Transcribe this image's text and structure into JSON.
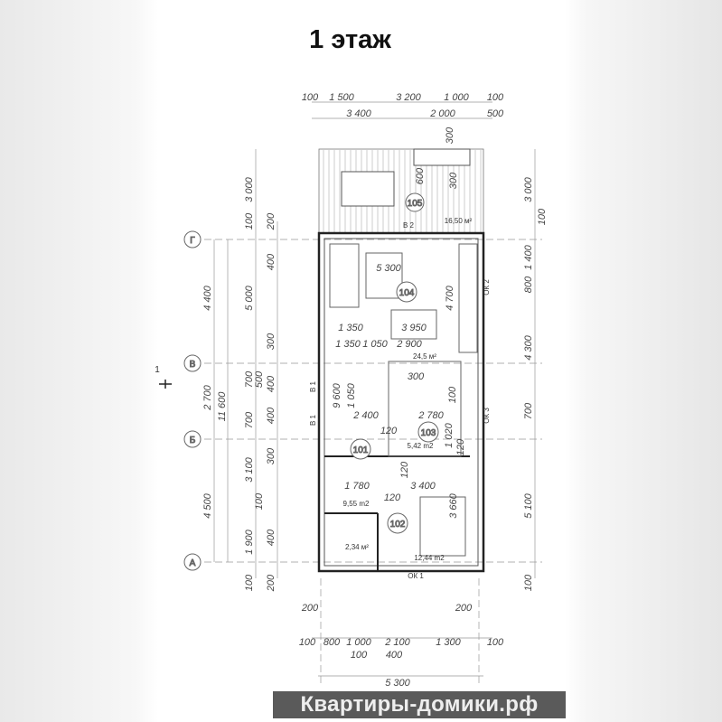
{
  "title": "1 этаж",
  "watermark": "Квартиры-домики.рф",
  "axes": {
    "g": "Г",
    "v": "В",
    "b": "Б",
    "a": "А"
  },
  "section_mark": "1",
  "top_dims": {
    "row1": [
      "100",
      "1 500",
      "3 200",
      "1 000",
      "100"
    ],
    "row2": [
      "3 400",
      "2 000",
      "500"
    ]
  },
  "bottom_dims": {
    "upper": [
      "200",
      "200"
    ],
    "row1": [
      "100",
      "800",
      "1 000",
      "2 100",
      "1 300",
      "100"
    ],
    "row2": [
      "100",
      "400"
    ],
    "total": "5 300"
  },
  "left_dims": {
    "outer": [
      "4 400",
      "2 700",
      "4 500"
    ],
    "total": "11 600",
    "mid": [
      "3 000",
      "100",
      "5 000",
      "700",
      "700",
      "3 100",
      "1 900",
      "100"
    ],
    "inner": [
      "200",
      "400",
      "300",
      "500",
      "400",
      "400",
      "300",
      "100",
      "400",
      "200"
    ]
  },
  "right_dims": [
    "3 000",
    "100",
    "1 400",
    "800",
    "4 300",
    "700",
    "5 100",
    "100"
  ],
  "terrace": {
    "dims": [
      "300",
      "600",
      "300"
    ],
    "room": "105",
    "area": "16,50 м²",
    "door": "В 2"
  },
  "rooms": {
    "r104": {
      "num": "104",
      "area": "24,5 м²",
      "dims": [
        "5 300",
        "4 700",
        "1 350",
        "3 950",
        "1 350",
        "1 050",
        "2 900"
      ]
    },
    "r103": {
      "num": "103",
      "area": "5,42 m2",
      "dims": [
        "300",
        "2 780",
        "100",
        "1 020",
        "120"
      ]
    },
    "r101": {
      "num": "101",
      "area": "9,55 m2",
      "dims": [
        "9 600",
        "1 050",
        "2 400",
        "120",
        "1 780",
        "120"
      ]
    },
    "r102": {
      "num": "102",
      "area": "12,44 m2",
      "dims": [
        "3 400",
        "3 660",
        "120"
      ]
    },
    "vestibule": {
      "area": "2,34 м²"
    }
  },
  "openings": {
    "ok1": "ОК 1",
    "ok2": "ОК 2",
    "ok3": "ОК 3",
    "v1a": "В 1",
    "v1b": "В 1"
  },
  "colors": {
    "wall": "#222222",
    "line": "#888888",
    "watermark_bg": "#5a5a5a",
    "logo": "#8fbf3f"
  }
}
